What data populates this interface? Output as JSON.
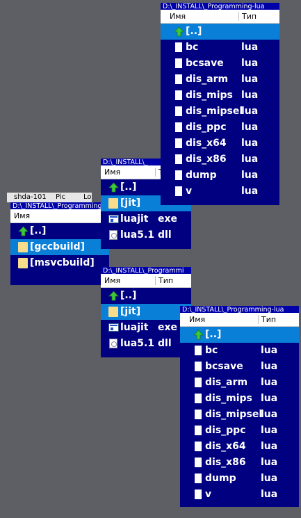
{
  "tabs": [
    "shda-101",
    "Pic",
    "Lo"
  ],
  "columns": {
    "name": "Имя",
    "type": "Тип"
  },
  "panel_a": {
    "path": "D:\\_INSTALL\\_Programming-lua",
    "rows": [
      {
        "name": "[..]",
        "type": "",
        "icon": "up-arrow-icon",
        "selected": true
      },
      {
        "name": "bc",
        "type": "lua",
        "icon": "file-icon"
      },
      {
        "name": "bcsave",
        "type": "lua",
        "icon": "file-icon"
      },
      {
        "name": "dis_arm",
        "type": "lua",
        "icon": "file-icon"
      },
      {
        "name": "dis_mips",
        "type": "lua",
        "icon": "file-icon"
      },
      {
        "name": "dis_mipsel",
        "type": "lua",
        "icon": "file-icon"
      },
      {
        "name": "dis_ppc",
        "type": "lua",
        "icon": "file-icon"
      },
      {
        "name": "dis_x64",
        "type": "lua",
        "icon": "file-icon"
      },
      {
        "name": "dis_x86",
        "type": "lua",
        "icon": "file-icon"
      },
      {
        "name": "dump",
        "type": "lua",
        "icon": "file-icon"
      },
      {
        "name": "v",
        "type": "lua",
        "icon": "file-icon"
      }
    ]
  },
  "panel_b": {
    "path": "D:\\_INSTALL\\_",
    "rows": [
      {
        "name": "[..]",
        "type": "",
        "icon": "up-arrow-icon"
      },
      {
        "name": "[jit]",
        "type": "",
        "icon": "folder-icon",
        "selected": true
      },
      {
        "name": "luajit",
        "type": "exe",
        "icon": "exe-icon"
      },
      {
        "name": "lua5.1",
        "type": "dll",
        "icon": "dll-icon"
      }
    ]
  },
  "panel_c": {
    "path": "D:\\_INSTALL\\_Programming",
    "rows": [
      {
        "name": "[..]",
        "type": "",
        "icon": "up-arrow-icon"
      },
      {
        "name": "[gccbuild]",
        "type": "",
        "icon": "folder-icon",
        "selected": true
      },
      {
        "name": "[msvcbuild]",
        "type": "",
        "icon": "folder-icon"
      }
    ]
  },
  "panel_d": {
    "path": "D:\\_INSTALL\\_Programmi",
    "rows": [
      {
        "name": "[..]",
        "type": "",
        "icon": "up-arrow-icon"
      },
      {
        "name": "[jit]",
        "type": "",
        "icon": "folder-icon",
        "selected": true
      },
      {
        "name": "luajit",
        "type": "exe",
        "icon": "exe-icon"
      },
      {
        "name": "lua5.1",
        "type": "dll",
        "icon": "dll-icon"
      }
    ]
  },
  "panel_e": {
    "path": "D:\\_INSTALL\\_Programming-lua",
    "rows": [
      {
        "name": "[..]",
        "type": "",
        "icon": "up-arrow-icon",
        "selected": true
      },
      {
        "name": "bc",
        "type": "lua",
        "icon": "file-icon"
      },
      {
        "name": "bcsave",
        "type": "lua",
        "icon": "file-icon"
      },
      {
        "name": "dis_arm",
        "type": "lua",
        "icon": "file-icon"
      },
      {
        "name": "dis_mips",
        "type": "lua",
        "icon": "file-icon"
      },
      {
        "name": "dis_mipsel",
        "type": "lua",
        "icon": "file-icon"
      },
      {
        "name": "dis_ppc",
        "type": "lua",
        "icon": "file-icon"
      },
      {
        "name": "dis_x64",
        "type": "lua",
        "icon": "file-icon"
      },
      {
        "name": "dis_x86",
        "type": "lua",
        "icon": "file-icon"
      },
      {
        "name": "dump",
        "type": "lua",
        "icon": "file-icon"
      },
      {
        "name": "v",
        "type": "lua",
        "icon": "file-icon"
      }
    ]
  }
}
